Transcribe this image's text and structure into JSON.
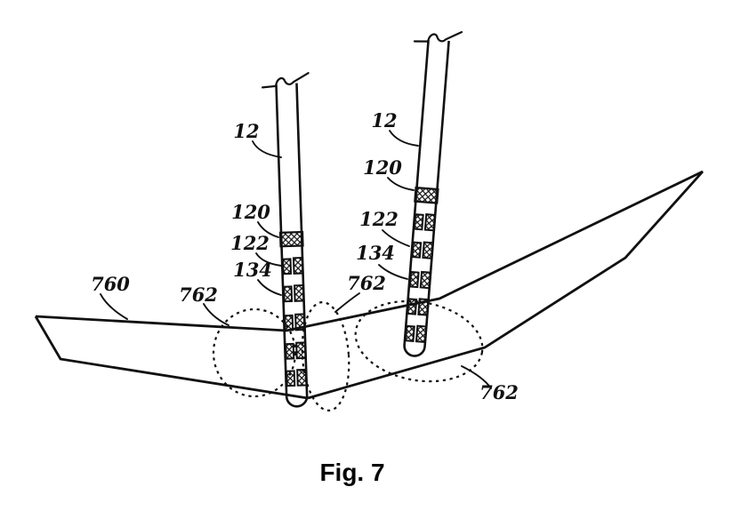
{
  "figure": {
    "caption": "Fig. 7"
  },
  "colors": {
    "ink": "#111111",
    "background": "#ffffff"
  },
  "annotations": [
    {
      "id": "lead-left",
      "text": "12"
    },
    {
      "id": "lead-right",
      "text": "12"
    },
    {
      "id": "band-electrode-left",
      "text": "120"
    },
    {
      "id": "band-electrode-right",
      "text": "120"
    },
    {
      "id": "electrode-left",
      "text": "122"
    },
    {
      "id": "electrode-right",
      "text": "122"
    },
    {
      "id": "marker-left",
      "text": "134"
    },
    {
      "id": "marker-right",
      "text": "134"
    },
    {
      "id": "leaflet",
      "text": "760"
    },
    {
      "id": "target-zone-left",
      "text": "762"
    },
    {
      "id": "target-zone-middle",
      "text": "762"
    },
    {
      "id": "target-zone-right",
      "text": "762"
    }
  ]
}
